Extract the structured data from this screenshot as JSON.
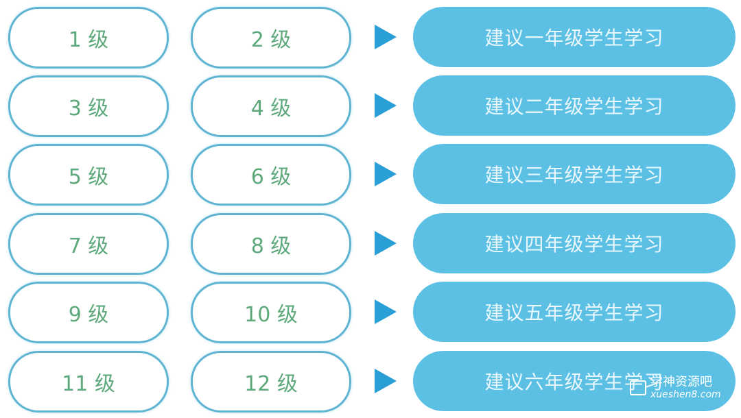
{
  "rows": [
    {
      "left": "1 级",
      "middle": "2 级",
      "recommendation": "建议一年级学生学习"
    },
    {
      "left": "3 级",
      "middle": "4 级",
      "recommendation": "建议二年级学生学习"
    },
    {
      "left": "5 级",
      "middle": "6 级",
      "recommendation": "建议三年级学生学习"
    },
    {
      "left": "7 级",
      "middle": "8 级",
      "recommendation": "建议四年级学生学习"
    },
    {
      "left": "9 级",
      "middle": "10 级",
      "recommendation": "建议五年级学生学习"
    },
    {
      "left": "11 级",
      "middle": "12 级",
      "recommendation": "建议六年级学生学习"
    }
  ],
  "watermark": {
    "name": "学神资源吧",
    "url": "xueshen8.com"
  },
  "colors": {
    "border": "#5fb4d2",
    "level_text": "#5ea97c",
    "arrow": "#2a9fd6",
    "fill": "#5cc0e4"
  }
}
